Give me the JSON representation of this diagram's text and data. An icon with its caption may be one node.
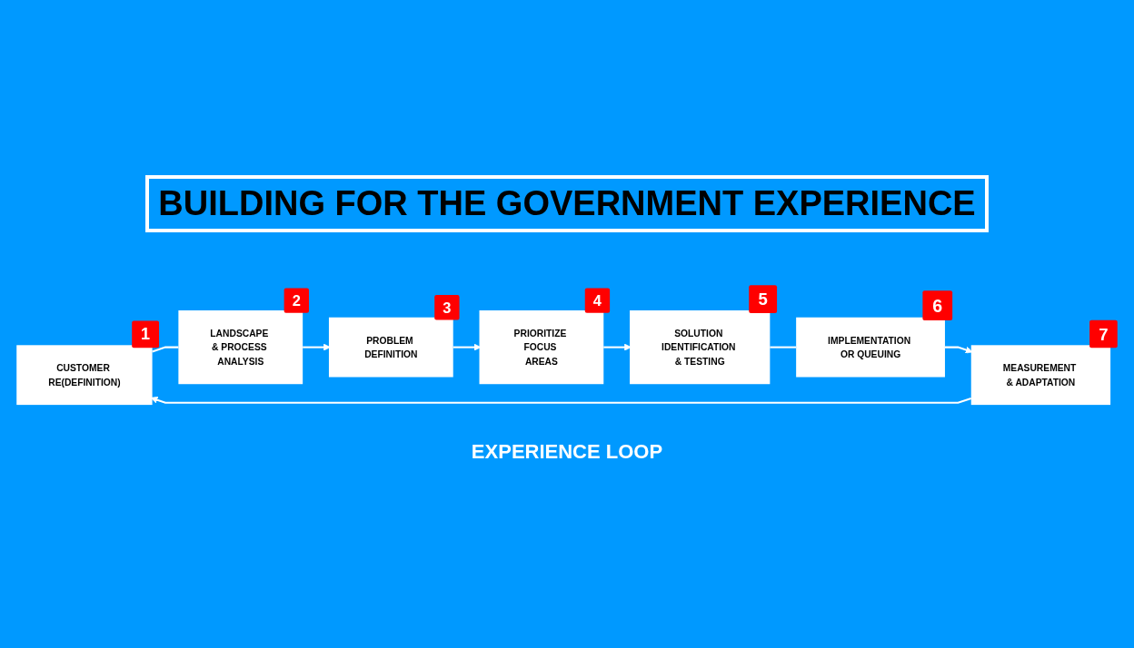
{
  "diagram": {
    "title": "BUILDING FOR THE GOVERNMENT EXPERIENCE",
    "nodes": [
      {
        "text": [
          "CUSTOMER RE(DEFINITION)"
        ],
        "beside": [
          "1"
        ]
      },
      {
        "text": [
          "LANDSCAPE & PROCESS ANALYSIS"
        ],
        "beside": [
          "2"
        ]
      },
      {
        "text": [
          "PROBLEM DEFINITION"
        ],
        "beside": [
          "3"
        ]
      },
      {
        "text": [
          "PRIORITIZE FOCUS AREAS"
        ],
        "beside": [
          "4"
        ]
      },
      {
        "text": [
          "SOLUTION IDENTIFICATION & TESTING"
        ],
        "beside": [
          "5"
        ]
      },
      {
        "text": [
          "IMPLEMENTATION OR QUEUING"
        ],
        "beside": [
          "6"
        ]
      },
      {
        "text": [
          "MEASUREMENT & ADAPTATION"
        ],
        "beside": [
          "7"
        ]
      }
    ],
    "edges": [
      {
        "from": 0,
        "to": 1,
        "arrow": "none"
      },
      {
        "from": 1,
        "to": 2,
        "arrow": "to"
      },
      {
        "from": 2,
        "to": 3,
        "arrow": "to"
      },
      {
        "from": 3,
        "to": 4,
        "arrow": "to"
      },
      {
        "from": 4,
        "to": 5,
        "arrow": "none"
      },
      {
        "from": 5,
        "to": 6,
        "arrow": "to"
      },
      {
        "from": 6,
        "to": 0,
        "arrow": "to"
      }
    ],
    "labels": [
      "EXPERIENCE LOOP"
    ]
  }
}
